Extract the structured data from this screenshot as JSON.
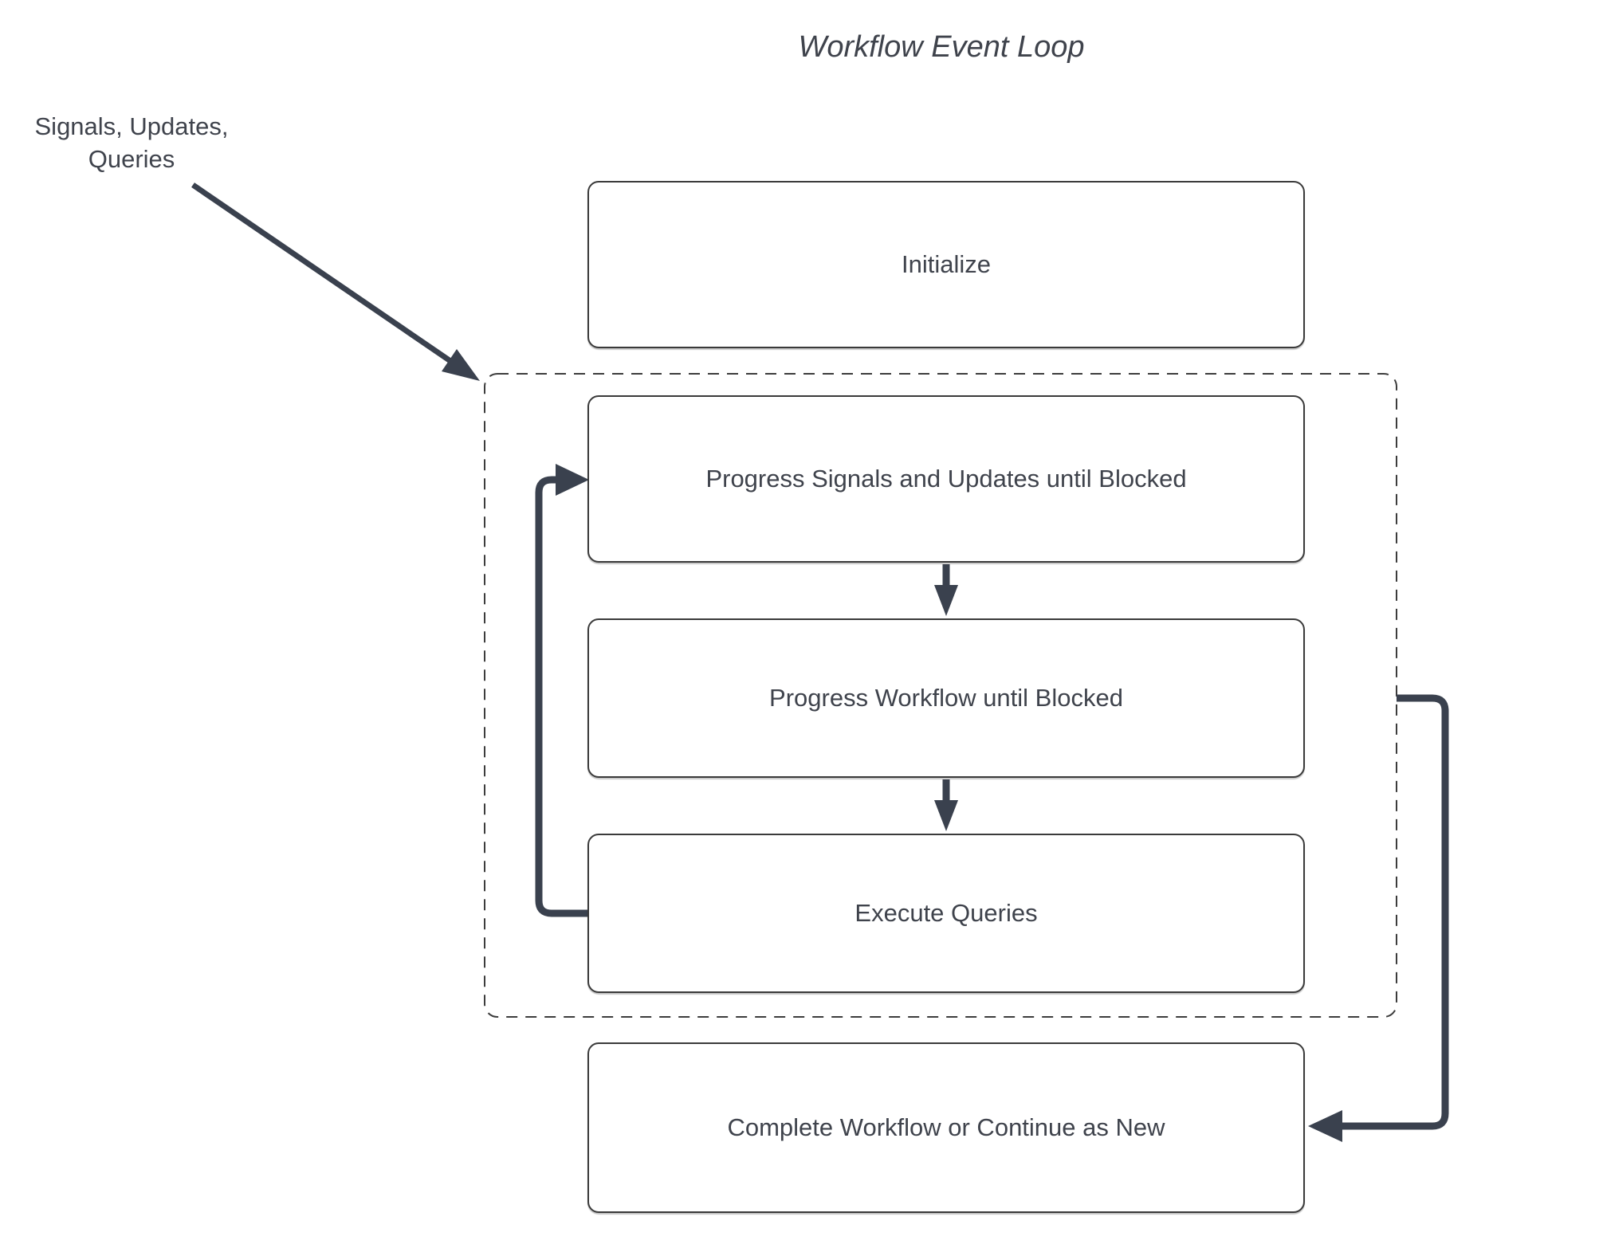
{
  "title": "Workflow Event Loop",
  "annotation": {
    "line1": "Signals, Updates,",
    "line2": "Queries"
  },
  "nodes": {
    "initialize": {
      "label": "Initialize"
    },
    "progress_signals": {
      "label": "Progress Signals and Updates until Blocked"
    },
    "progress_workflow": {
      "label": "Progress Workflow until Blocked"
    },
    "execute_queries": {
      "label": "Execute Queries"
    },
    "complete": {
      "label": "Complete Workflow or Continue as New"
    }
  },
  "colors": {
    "arrow": "#3a414e",
    "box_border": "#3a3a3a",
    "dashed_border": "#3c3c3c",
    "text": "#3f434c",
    "background": "#ffffff"
  }
}
